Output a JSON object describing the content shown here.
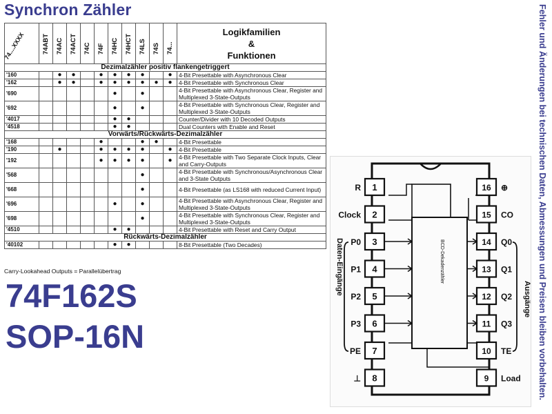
{
  "title": "Synchron Zähler",
  "side_note": "Fehler und Änderungen bei technischen Daten, Abmessungen und Preisen bleiben vorbehalten.",
  "table": {
    "corner_label": "74....XXXX",
    "families": [
      "74ABT",
      "74AC",
      "74ACT",
      "74C",
      "74F",
      "74HC",
      "74HCT",
      "74LS",
      "74S",
      "74..."
    ],
    "header_function": [
      "Logikfamilien",
      "&",
      "Funktionen"
    ],
    "sections": [
      {
        "title": "Dezimalzähler positiv flankengetriggert",
        "rows": [
          {
            "part": "'160",
            "dots": [
              0,
              1,
              1,
              0,
              1,
              1,
              1,
              1,
              0,
              1
            ],
            "desc": "4-Bit Presettable with Asynchronous Clear"
          },
          {
            "part": "'162",
            "dots": [
              0,
              1,
              1,
              0,
              1,
              1,
              1,
              1,
              1,
              1
            ],
            "desc": "4-Bit Presettable with Synchronous Clear"
          },
          {
            "part": "'690",
            "dots": [
              0,
              0,
              0,
              0,
              0,
              1,
              0,
              1,
              0,
              0
            ],
            "desc": "4-Bit Presettable with Asynchronous Clear, Register and Multiplexed 3-State-Outputs",
            "tall": true
          },
          {
            "part": "'692",
            "dots": [
              0,
              0,
              0,
              0,
              0,
              1,
              0,
              1,
              0,
              0
            ],
            "desc": "4-Bit Presettable with Synchronous Clear, Register and Multiplexed 3-State-Outputs",
            "tall": true
          },
          {
            "part": "'4017",
            "dots": [
              0,
              0,
              0,
              0,
              0,
              1,
              1,
              0,
              0,
              0
            ],
            "desc": "Counter/Divider with 10 Decoded Outputs"
          },
          {
            "part": "'4518",
            "dots": [
              0,
              0,
              0,
              0,
              0,
              1,
              1,
              0,
              0,
              0
            ],
            "desc": "Dual Counters with Enable and Reset"
          }
        ]
      },
      {
        "title": "Vorwärts/Rückwärts-Dezimalzähler",
        "rows": [
          {
            "part": "'168",
            "dots": [
              0,
              0,
              0,
              0,
              1,
              0,
              0,
              1,
              1,
              0
            ],
            "desc": "4-Bit Presettable"
          },
          {
            "part": "'190",
            "dots": [
              0,
              1,
              0,
              0,
              1,
              1,
              1,
              1,
              0,
              1
            ],
            "desc": "4-Bit Presettable"
          },
          {
            "part": "'192",
            "dots": [
              0,
              0,
              0,
              0,
              1,
              1,
              1,
              1,
              0,
              1
            ],
            "desc": "4-Bit Presettable with Two Separate Clock Inputs, Clear and Carry-Outputs",
            "tall": true
          },
          {
            "part": "'568",
            "dots": [
              0,
              0,
              0,
              0,
              0,
              0,
              0,
              1,
              0,
              0
            ],
            "desc": "4-Bit Presettable with Synchronous/Asynchronous Clear and 3-State Outputs",
            "tall": true
          },
          {
            "part": "'668",
            "dots": [
              0,
              0,
              0,
              0,
              0,
              0,
              0,
              1,
              0,
              0
            ],
            "desc": "4-Bit Presettable (as LS168 with reduced Current Input)",
            "tall": true
          },
          {
            "part": "'696",
            "dots": [
              0,
              0,
              0,
              0,
              0,
              1,
              0,
              1,
              0,
              0
            ],
            "desc": "4-Bit Presettable with Asynchronous Clear, Register and Multiplexed 3-State-Outputs",
            "tall": true
          },
          {
            "part": "'698",
            "dots": [
              0,
              0,
              0,
              0,
              0,
              0,
              0,
              1,
              0,
              0
            ],
            "desc": "4-Bit Presettable with Synchronous Clear, Register and Multiplexed 3-State-Outputs",
            "tall": true
          },
          {
            "part": "'4510",
            "dots": [
              0,
              0,
              0,
              0,
              0,
              1,
              1,
              0,
              0,
              0
            ],
            "desc": "4-Bit Presettable with Reset and Carry Output"
          }
        ]
      },
      {
        "title": "Rückwärts-Dezimalzähler",
        "rows": [
          {
            "part": "'40102",
            "dots": [
              0,
              0,
              0,
              0,
              0,
              1,
              1,
              0,
              0,
              0
            ],
            "desc": "8-Bit Presettable (Two Decades)"
          }
        ]
      }
    ]
  },
  "footnote": "Carry-Lookahead Outputs = Parallelübertrag",
  "part_number": "74F162S",
  "package": "SOP-16N",
  "pinout": {
    "left_pins": [
      {
        "num": "1",
        "label": "R"
      },
      {
        "num": "2",
        "label": "Clock"
      },
      {
        "num": "3",
        "label": "P0"
      },
      {
        "num": "4",
        "label": "P1"
      },
      {
        "num": "5",
        "label": "P2"
      },
      {
        "num": "6",
        "label": "P3"
      },
      {
        "num": "7",
        "label": "PE"
      },
      {
        "num": "8",
        "label": "⊥"
      }
    ],
    "right_pins": [
      {
        "num": "16",
        "label": "⊕"
      },
      {
        "num": "15",
        "label": "CO"
      },
      {
        "num": "14",
        "label": "Q0"
      },
      {
        "num": "13",
        "label": "Q1"
      },
      {
        "num": "12",
        "label": "Q2"
      },
      {
        "num": "11",
        "label": "Q3"
      },
      {
        "num": "10",
        "label": "TE"
      },
      {
        "num": "9",
        "label": "Load"
      }
    ],
    "left_group": "Daten-Eingänge",
    "right_group": "Ausgänge",
    "center_label": "BCD-Dekadenzähler"
  }
}
